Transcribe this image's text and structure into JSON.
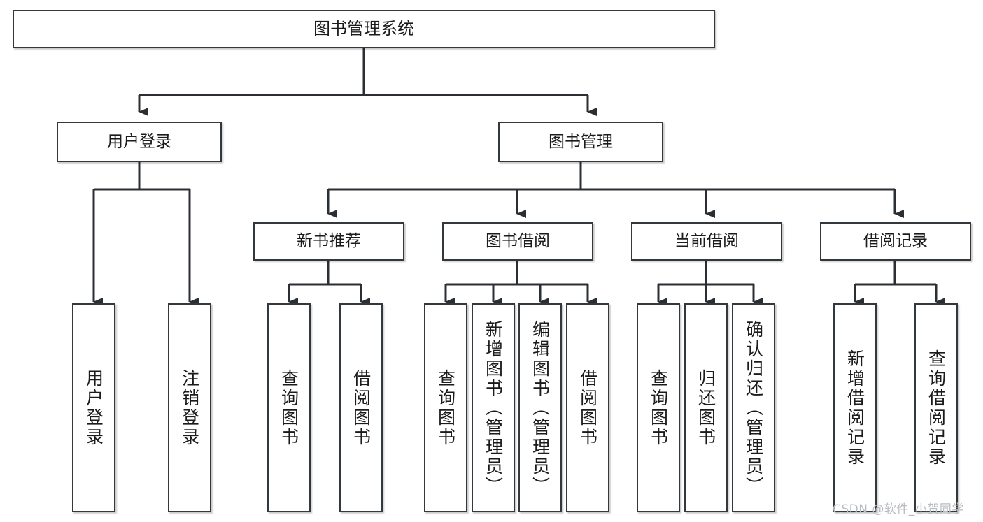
{
  "diagram": {
    "title": "图书管理系统",
    "type": "tree-hierarchy-diagram",
    "root": {
      "id": "root",
      "label": "图书管理系统"
    },
    "level2": [
      {
        "id": "user-login",
        "label": "用户登录"
      },
      {
        "id": "book-manage",
        "label": "图书管理"
      }
    ],
    "level3": [
      {
        "id": "new-book-recommend",
        "label": "新书推荐"
      },
      {
        "id": "book-borrow",
        "label": "图书借阅"
      },
      {
        "id": "current-borrow",
        "label": "当前借阅"
      },
      {
        "id": "borrow-record",
        "label": "借阅记录"
      }
    ],
    "leaves": {
      "user_login": [
        {
          "id": "leaf-user-login",
          "label": "用户登录"
        },
        {
          "id": "leaf-logout-login",
          "label": "注销登录"
        }
      ],
      "new_book_recommend": [
        {
          "id": "leaf-query-book-1",
          "label": "查询图书"
        },
        {
          "id": "leaf-borrow-book-1",
          "label": "借阅图书"
        }
      ],
      "book_borrow": [
        {
          "id": "leaf-query-book-2",
          "label": "查询图书"
        },
        {
          "id": "leaf-add-book",
          "label": "新增图书（管理员）"
        },
        {
          "id": "leaf-edit-book",
          "label": "编辑图书（管理员）"
        },
        {
          "id": "leaf-borrow-book-2",
          "label": "借阅图书"
        }
      ],
      "current_borrow": [
        {
          "id": "leaf-query-book-3",
          "label": "查询图书"
        },
        {
          "id": "leaf-return-book",
          "label": "归还图书"
        },
        {
          "id": "leaf-confirm-return",
          "label": "确认归还（管理员）"
        }
      ],
      "borrow_record": [
        {
          "id": "leaf-add-borrow-record",
          "label": "新增借阅记录"
        },
        {
          "id": "leaf-query-borrow-record",
          "label": "查询借阅记录"
        }
      ]
    },
    "colors": {
      "box_border": "#33383d",
      "box_fill": "#ffffff",
      "connector": "#2b2f33",
      "text": "#1b1b1b",
      "watermark": "#b9bcc0",
      "background": "#ffffff"
    }
  },
  "watermark": {
    "text": "CSDN @软件_小贺同学"
  }
}
